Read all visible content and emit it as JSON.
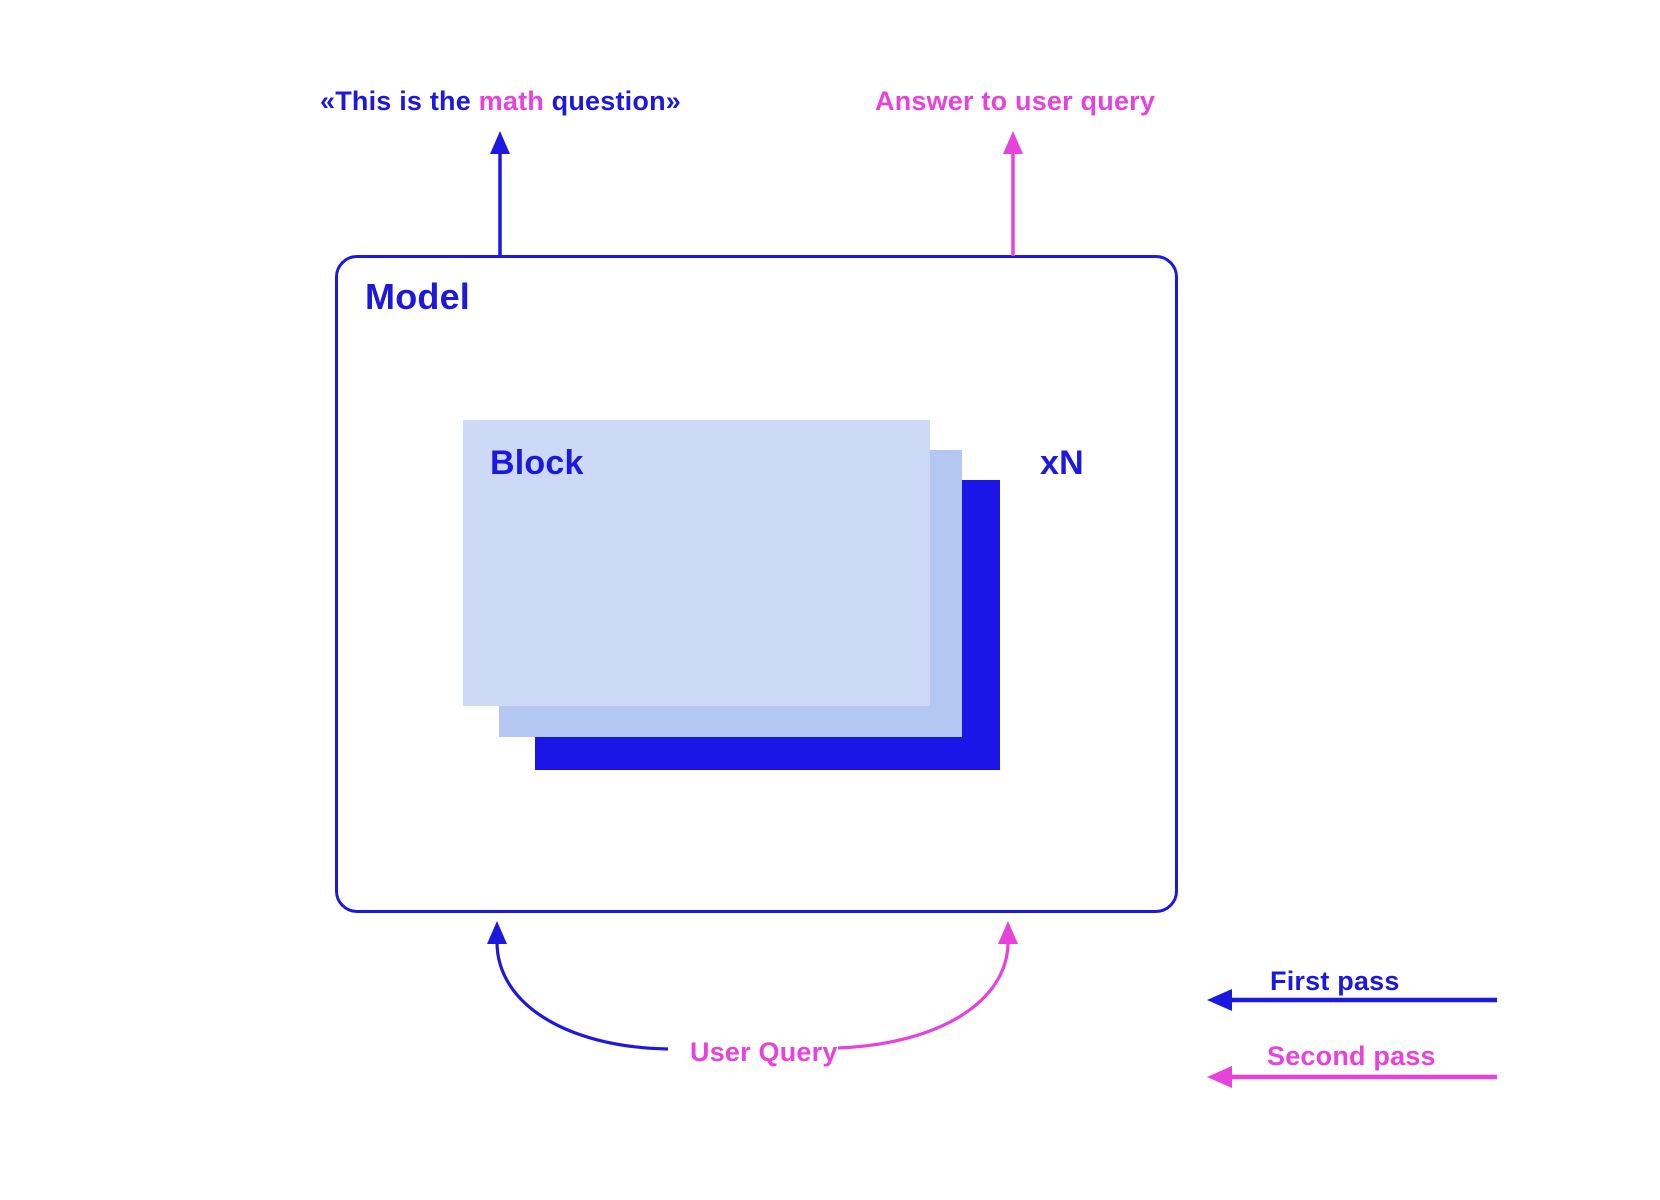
{
  "colors": {
    "blue": "#1c18e0",
    "magenta": "#e842dd",
    "block-front": "#ccd9f7",
    "block-mid": "#b4c7f3",
    "block-back": "#1b15e8"
  },
  "top_labels": {
    "left": {
      "prefix": "«This is the ",
      "highlight": "math",
      "suffix": " question»"
    },
    "right": "Answer to user query"
  },
  "model": {
    "title": "Model",
    "block_label": "Block",
    "repeat_label": "xN"
  },
  "bottom": {
    "user_query": "User Query"
  },
  "legend": {
    "first_pass": "First pass",
    "second_pass": "Second pass"
  }
}
